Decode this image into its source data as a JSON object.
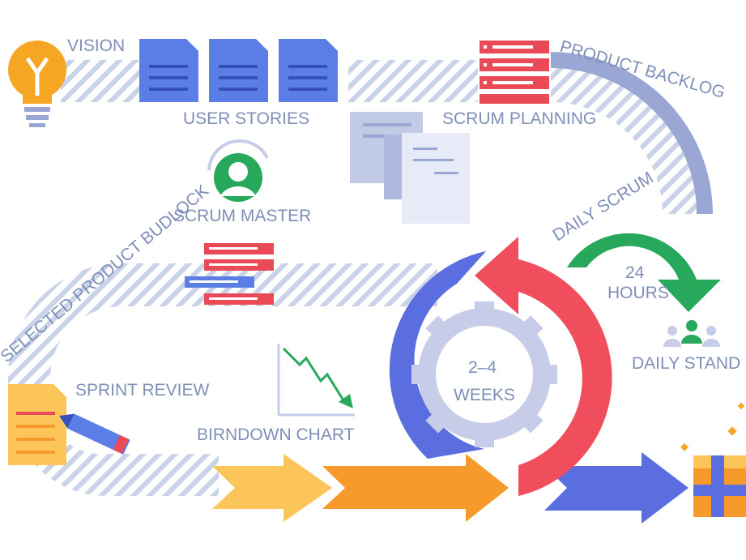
{
  "labels": {
    "vision": "VISION",
    "user_stories": "USER STORIES",
    "scrum_planning": "SCRUM PLANNING",
    "product_backlog": "PRODUCT BACKLOG",
    "scrum_master": "SCRUM MASTER",
    "daily_scrum": "DAILY SCRUM",
    "hours_value": "24",
    "hours_unit": "HOURS",
    "selected_product_backlog": "SELECTED PRODUCT BUDLOCK",
    "sprint_review": "SPRINT REVIEW",
    "burndown_chart": "BIRNDOWN CHART",
    "sprint_length_1": "2–4",
    "sprint_length_2": "WEEKS",
    "daily_standup": "DAILY STAND UP"
  },
  "colors": {
    "path_stripe": "#c9d3e8",
    "blue_doc": "#5b7de6",
    "red_list": "#ea4a55",
    "green": "#27a85b",
    "orange_bulb": "#f5a623",
    "yellow_arrow": "#fbc55a",
    "orange_arrow": "#f79a2c",
    "blue_cycle": "#5a6ee0",
    "red_cycle": "#f04e5c",
    "gear": "#c7cde8",
    "label_text": "#7f8fb8"
  },
  "icons": [
    "lightbulb-icon",
    "document-icon",
    "list-icon",
    "user-icon",
    "people-icon",
    "pen-icon",
    "gift-icon",
    "gear-icon"
  ]
}
